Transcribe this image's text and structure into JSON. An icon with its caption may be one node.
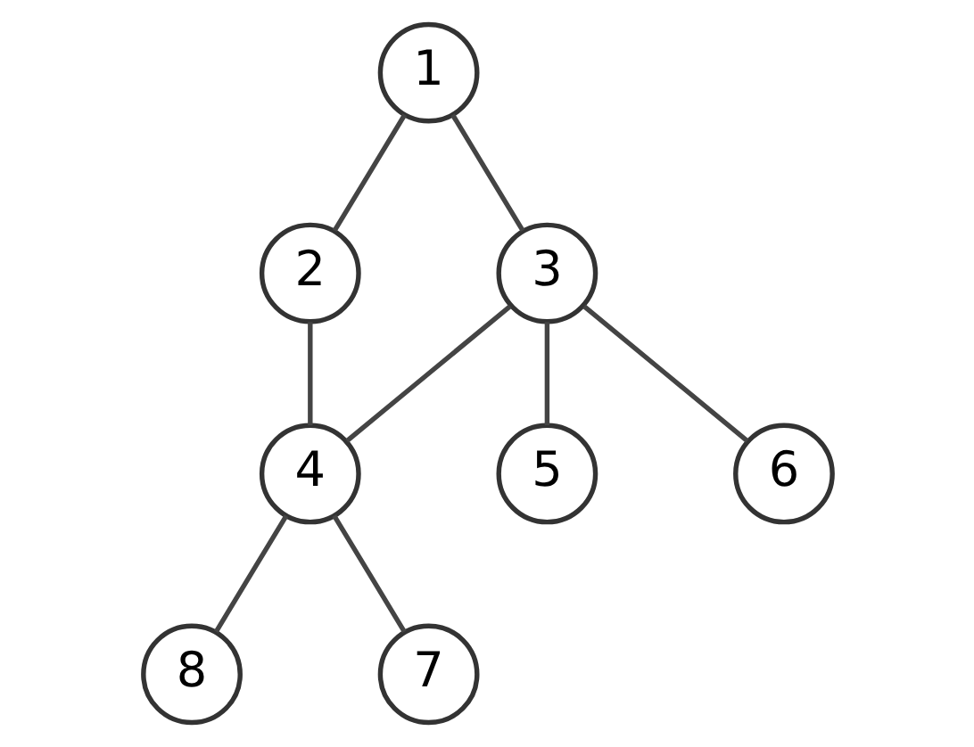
{
  "diagram": {
    "nodes": [
      {
        "text": [
          "1"
        ]
      },
      {
        "text": [
          "2"
        ]
      },
      {
        "text": [
          "3"
        ]
      },
      {
        "text": [
          "4"
        ]
      },
      {
        "text": [
          "8"
        ]
      },
      {
        "text": [
          "7"
        ]
      },
      {
        "text": [
          "5"
        ]
      },
      {
        "text": [
          "6"
        ]
      }
    ],
    "edges": [
      {
        "from": 0,
        "to": 1,
        "arrow": "none"
      },
      {
        "from": 0,
        "to": 2,
        "arrow": "none"
      },
      {
        "from": 1,
        "to": 3,
        "arrow": "none"
      },
      {
        "from": 2,
        "to": 3,
        "arrow": "none"
      },
      {
        "from": 3,
        "to": 4,
        "arrow": "none"
      },
      {
        "from": 3,
        "to": 5,
        "arrow": "none"
      },
      {
        "from": 2,
        "to": 6,
        "arrow": "none"
      },
      {
        "from": 2,
        "to": 7,
        "arrow": "none"
      }
    ]
  }
}
